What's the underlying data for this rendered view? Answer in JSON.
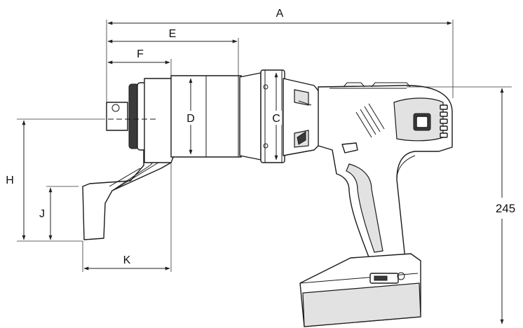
{
  "diagram": {
    "dimension_labels": {
      "A": "A",
      "E": "E",
      "F": "F",
      "D": "D",
      "C": "C",
      "H": "H",
      "J": "J",
      "K": "K",
      "height_value": "245"
    }
  }
}
